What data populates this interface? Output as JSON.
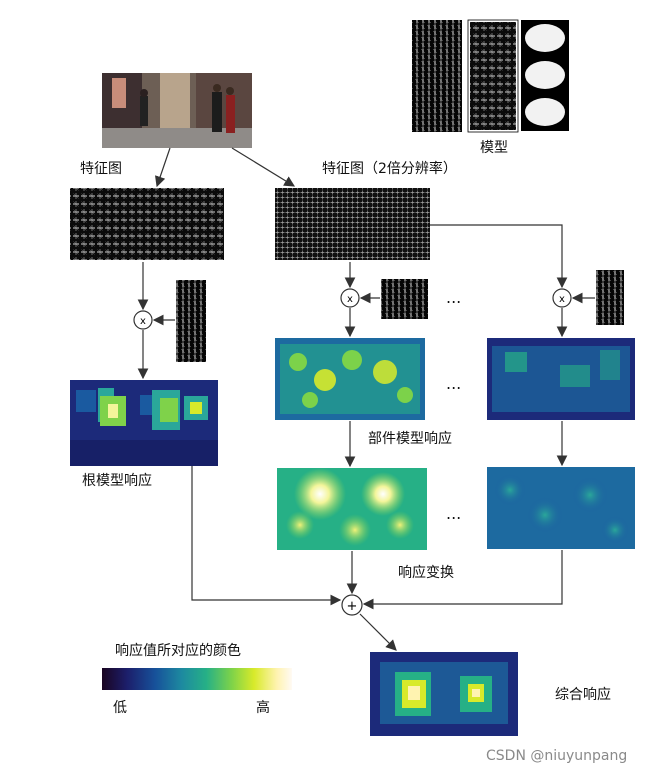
{
  "labels": {
    "feature_map": "特征图",
    "feature_map_2x": "特征图（2倍分辨率）",
    "model": "模型",
    "root_response": "根模型响应",
    "part_response": "部件模型响应",
    "response_transform": "响应变换",
    "combined_response": "综合响应",
    "colormap_title": "响应值所对应的颜色",
    "low": "低",
    "high": "高"
  },
  "operators": {
    "multiply": "x",
    "add": "+"
  },
  "ellipsis": "...",
  "watermark": "CSDN @niuyunpang",
  "colors": {
    "arrow": "#333333",
    "colormap": [
      "#1a0420",
      "#1c1e6a",
      "#17519a",
      "#1d8aa0",
      "#26b086",
      "#7cd24a",
      "#d8ea2a",
      "#fff3b0",
      "#fffaf4"
    ]
  }
}
